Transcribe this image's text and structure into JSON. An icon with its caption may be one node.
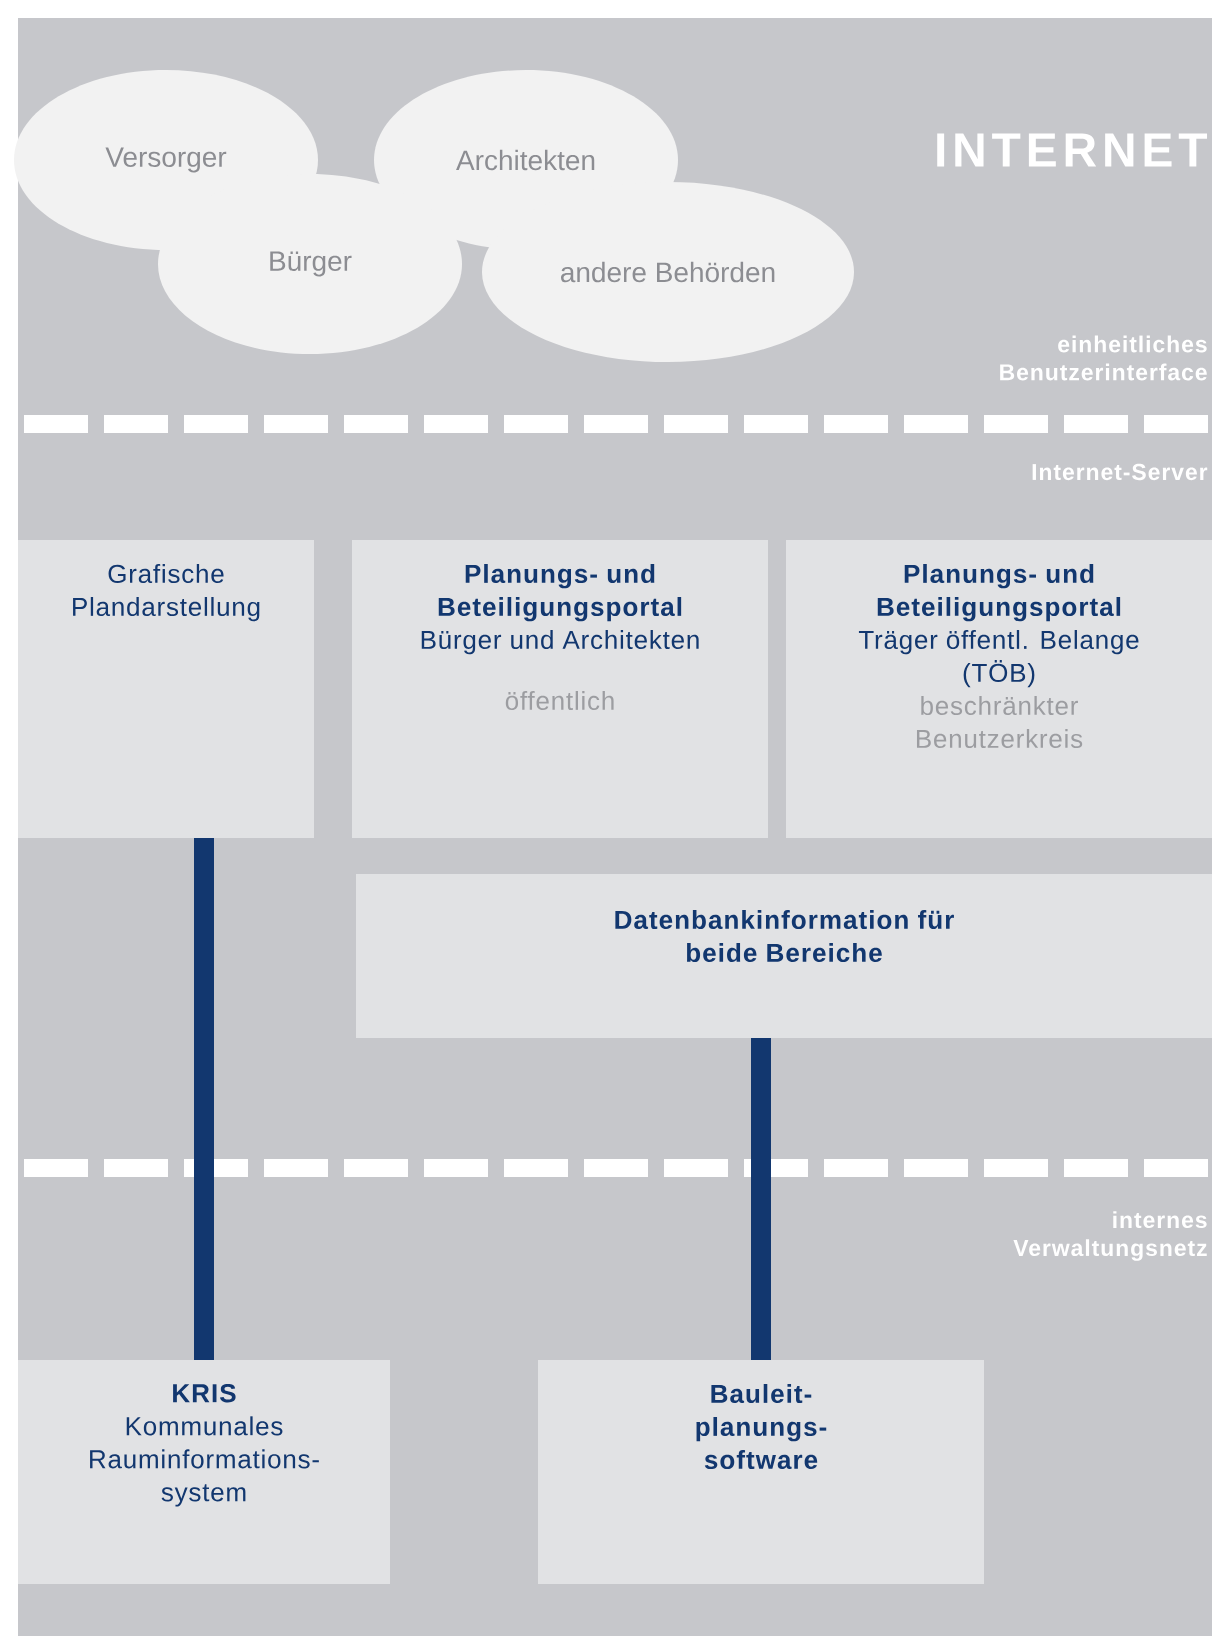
{
  "diagram": {
    "nodes": [
      {
        "text": [
          "Versorger"
        ]
      },
      {
        "text": [
          "Architekten"
        ]
      },
      {
        "text": [
          "Bürger"
        ]
      },
      {
        "text": [
          "andere Behörden"
        ]
      },
      {
        "text": [
          "Grafische Plandarstellung"
        ]
      },
      {
        "text": [
          "Planungs- und Beteiligungsportal",
          "Bürger und Architekten",
          "öffentlich"
        ]
      },
      {
        "text": [
          "Planungs- und Beteiligungsportal",
          "Träger öffentl. Belange (TÖB)",
          "beschränkter Benutzerkreis"
        ]
      },
      {
        "text": [
          "Datenbankinformation für beide Bereiche"
        ]
      },
      {
        "text": [
          "KRIS",
          "Kommunales Rauminformations-system"
        ]
      },
      {
        "text": [
          "Bauleit-planungs-software"
        ]
      }
    ],
    "edges": [
      {
        "from": 4,
        "to": 8,
        "arrow": "none"
      },
      {
        "from": 7,
        "to": 9,
        "arrow": "none"
      }
    ],
    "labels": [
      "INTERNET",
      "einheitliches Benutzerinterface",
      "Internet-Server",
      "internes Verwaltungsnetz"
    ]
  }
}
